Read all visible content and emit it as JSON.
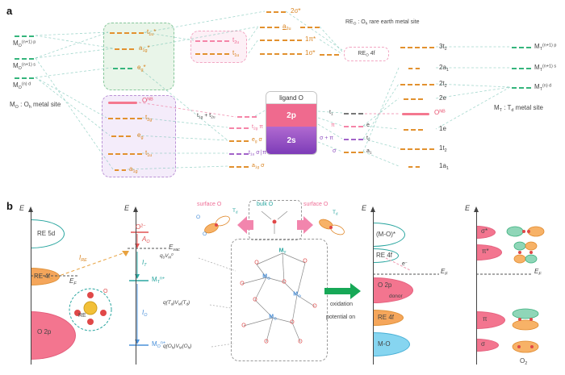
{
  "figure": {
    "panel_a_tag": "a",
    "panel_b_tag": "b"
  },
  "colors": {
    "orange_level": "#e2912f",
    "green_level": "#35b57c",
    "pink_level": "#f585a8",
    "violet_level": "#a263c9",
    "onb_pink": "#f4788f",
    "teal": "#2aa6a0",
    "blue": "#4a90d9",
    "red": "#e05252",
    "band_pink": "#f3758f",
    "band_orange": "#f5a65b",
    "band_cyan": "#86d5f0",
    "arrow_green": "#17a857",
    "ligand_2p": "#ef6a8e",
    "ligand_2s": "#8d4bbf"
  },
  "panel_a": {
    "mo_levels": [
      "M<sub>O</sub><sup>(n+1) p</sup>",
      "M<sub>O</sub><sup>(n+1) s</sup>",
      "M<sub>O</sub><sup>(n) d</sup>"
    ],
    "mo_caption": "M<sub>O</sub> : O<sub>h</sub> metal site",
    "anti_levels": [
      "t<sub>1u</sub>*",
      "a<sub>1g</sub>*",
      "e<sub>g</sub>*"
    ],
    "onb_label": "O<sup>NB</sup>",
    "bond_levels": [
      "t<sub>2g</sub>",
      "e<sub>g</sub>",
      "t<sub>1u</sub>",
      "a<sub>1g</sub>"
    ],
    "tbox_levels": [
      "t<sub>2u</sub>",
      "t<sub>1u</sub>"
    ],
    "top_levels": [
      "2σ*",
      "a<sub>2u</sub>",
      "1π*",
      "1σ*"
    ],
    "reo_caption": "RE<sub>O</sub> : O<sub>h</sub> rare earth metal site",
    "reo_box": "RE<sub>O</sub> 4f",
    "ligand_title": "ligand O",
    "ligand_2p": "2p",
    "ligand_2s": "2s",
    "oh_nb_label": "t<sub>1g</sub> + t<sub>2u</sub>",
    "oh_salc": [
      "t<sub>2g</sub> π",
      "e<sub>g</sub> σ",
      "t<sub>1u</sub> σ∣π",
      "a<sub>1g</sub> σ"
    ],
    "td_salc_pre": [
      "t<sub>1</sub>",
      "π",
      "σ + π",
      "σ"
    ],
    "td_salc_post": [
      "e",
      "t<sub>2</sub>",
      "a<sub>1</sub>"
    ],
    "mt_levels_upper": [
      "3t<sub>2</sub>",
      "2a<sub>1</sub>",
      "2t<sub>2</sub>",
      "2e"
    ],
    "mt_onb": "O<sup>NB</sup>",
    "mt_levels_lower": [
      "1e",
      "1t<sub>2</sub>",
      "1a<sub>1</sub>"
    ],
    "mt_metal_levels": [
      "M<sub>T</sub><sup>(n+1) p</sup>",
      "M<sub>T</sub><sup>(n+1) s</sup>",
      "M<sub>T</sub><sup>(n) d</sup>"
    ],
    "mt_caption": "M<sub>T</sub> : T<sub>d</sub> metal site"
  },
  "panel_b": {
    "axis_label": "E",
    "d1": {
      "band1": "RE 5d",
      "band2": "RE 4f",
      "band3": "O 2p",
      "ef": "E<sub>F</sub>"
    },
    "ire": "I<sub>RE</sub>",
    "molecule": {
      "o": "O",
      "re": "RE"
    },
    "d2": {
      "o2m": "O<sup>2−</sup>",
      "ao": "A<sub>O</sub>",
      "evac": "E<sub>vac</sub>",
      "it": "I<sub>T</sub>",
      "mt": "M<sub>T</sub><sup>n+</sup>",
      "io": "I<sub>O</sub>",
      "mo": "M<sub>O</sub><sup>n+</sup>",
      "q0": "q<sub>0</sub>V<sub>M</sub><sup>0</sup>",
      "qtd": "q(T<sub>d</sub>)V<sub>M</sub>(T<sub>d</sub>)",
      "qoh": "q(O<sub>h</sub>)V<sub>M</sub>(O<sub>h</sub>)"
    },
    "center": {
      "surface_left": "surface O",
      "bulk": "bulk O",
      "surface_right": "surface O",
      "td1": "T<sub>d</sub>",
      "td2": "T<sub>d</sub>",
      "sk_o1": "O",
      "sk_o2": "O",
      "note1": "oxidation",
      "note2": "potential on",
      "cluster_atoms": [
        "M<sub>T</sub>",
        "O",
        "O",
        "M<sub>O</sub>",
        "O",
        "O",
        "M<sub>O</sub>",
        "O",
        "O",
        "M<sub>O</sub>",
        "O",
        "O",
        "O",
        "O"
      ]
    },
    "d3": {
      "band1": "(M-O)*",
      "band2": "RE 4f",
      "e": "e<sup>−</sup>",
      "ef": "E<sub>F</sub>",
      "band3": "O 2p",
      "donor": "donor",
      "band4": "RE 4f",
      "band5": "M-O"
    },
    "d4": {
      "band1": "σ*",
      "band2": "π*",
      "ef": "E<sub>F</sub>",
      "band3": "π",
      "band4": "σ",
      "o2": "O<sub>2</sub>"
    }
  }
}
